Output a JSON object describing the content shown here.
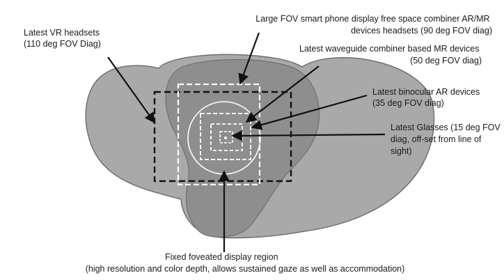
{
  "labels": {
    "vr_headsets": [
      "Latest VR headsets",
      "(110 deg FOV Diag)"
    ],
    "smartphone_combiner": [
      "Large FOV smart phone display  free space combiner  AR/MR",
      "devices headsets (90 deg FOV diag)"
    ],
    "waveguide_mr": [
      "Latest waveguide combiner based MR devices",
      "(50 deg FOV diag)"
    ],
    "binocular_ar": [
      "Latest binocular AR devices",
      "(35 deg FOV diag)"
    ],
    "glasses": [
      "Latest Glasses (15 deg FOV",
      "diag,  off-set from line of",
      "sight)"
    ],
    "foveated_region": [
      "Fixed foveated display region",
      "(high resolution and color depth, allows sustained gaze as well as accommodation)"
    ]
  },
  "colors": {
    "outer_field": "#a9a9a9",
    "binocular_overlap": "#8e8e8e",
    "field_edge": "#6f6f6f",
    "dashed_black": "#111111",
    "dashed_white": "#ffffff",
    "arrow": "#111111"
  }
}
